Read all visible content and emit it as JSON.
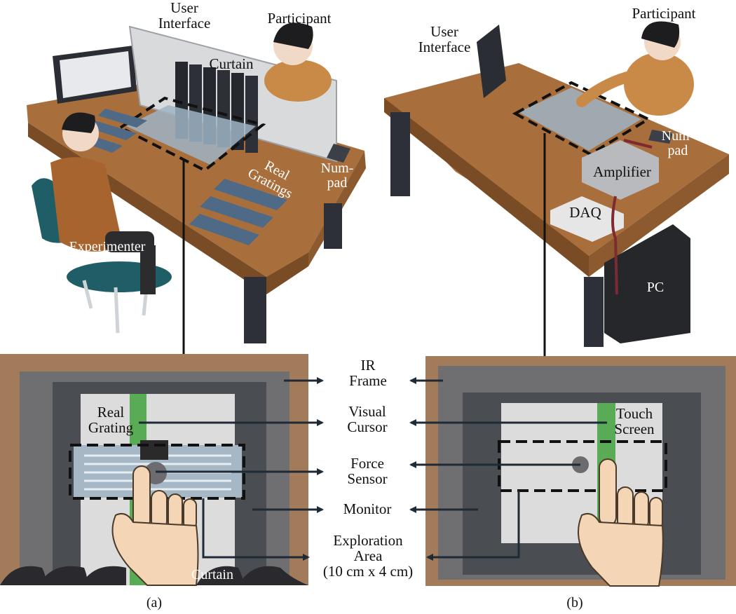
{
  "panel_a": {
    "caption": "(a)",
    "labels": {
      "user_interface": "User\nInterface",
      "participant": "Participant",
      "curtain": "Curtain",
      "real_gratings": "Real\nGratings",
      "num_pad": "Num-\npad",
      "experimenter": "Experimenter"
    },
    "inset_labels": {
      "real_grating": "Real\nGrating",
      "curtain": "Curtain"
    }
  },
  "panel_b": {
    "caption": "(b)",
    "labels": {
      "user_interface": "User\nInterface",
      "participant": "Participant",
      "num_pad": "Num-\npad",
      "amplifier": "Amplifier",
      "daq": "DAQ",
      "pc": "PC"
    },
    "inset_labels": {
      "touch_screen": "Touch\nScreen"
    }
  },
  "center_labels": {
    "ir_frame": "IR\nFrame",
    "visual_cursor": "Visual\nCursor",
    "force_sensor": "Force\nSensor",
    "monitor": "Monitor",
    "exploration_area": "Exploration\nArea\n(10 cm x 4 cm)"
  },
  "colors": {
    "wood": "#a86f3c",
    "table_leg": "#2d3038",
    "inset_frame": "#8a6d52",
    "cursor_green": "#5aab55",
    "arrow": "#1e2a36"
  }
}
